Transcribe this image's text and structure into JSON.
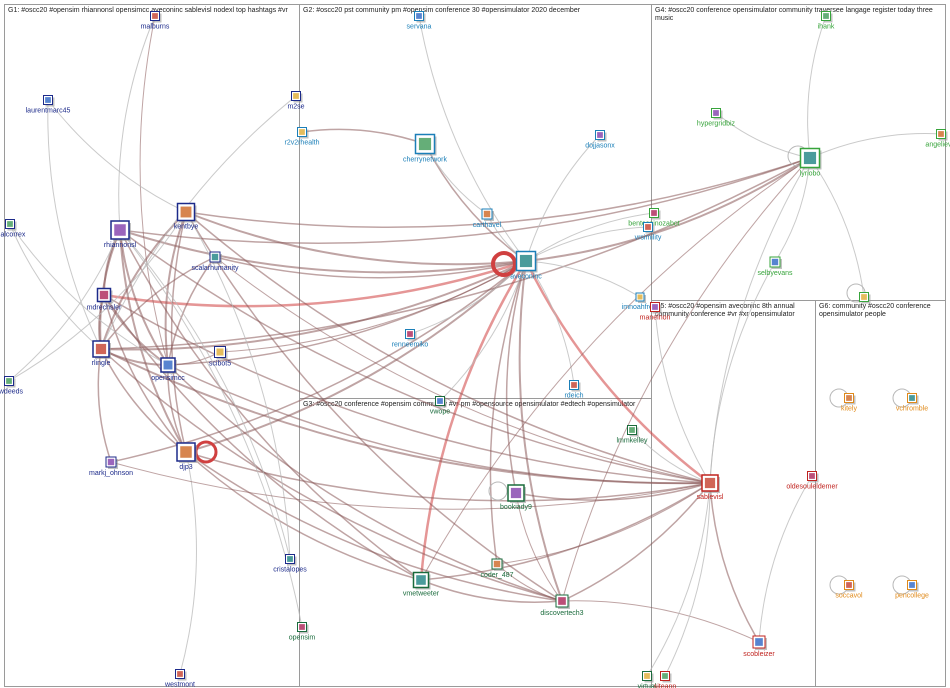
{
  "groups": [
    {
      "id": "G1",
      "title": "G1: #oscc20 #opensim rhiannonsl opensimcc aveconinc sablevisl nodexl top hashtags #vr"
    },
    {
      "id": "G2",
      "title": "G2: #oscc20 pst community pm #opensim conference 30 #opensimulator 2020 december"
    },
    {
      "id": "G4",
      "title": "G4: #oscc20 conference opensimulator community traversee langage register today three music"
    },
    {
      "id": "G3",
      "title": "G3: #oscc20 conference #opensim community #vr pm #opensource opensimulator #edtech #opensimulator"
    },
    {
      "id": "G5",
      "title": "G5: #oscc20 #opensim aveconinc 8th annual community conference #vr #xr opensimulator"
    },
    {
      "id": "G6",
      "title": "G6: community #oscc20 conference opensimulator people"
    }
  ],
  "colors": {
    "g1": "#1c2a8a",
    "g2": "#1b7fb8",
    "g3": "#1a6b3c",
    "g4": "#37a43b",
    "g5": "#c0231f",
    "g6": "#e08a1a",
    "edge_dark": "#8a5a5a",
    "edge_red": "#d04040",
    "edge_light": "#b8b8b8"
  },
  "nodes": [
    {
      "id": "malburns",
      "label": "malburns",
      "group": "g1",
      "icon": "avatar-icon"
    },
    {
      "id": "laurentmarc45",
      "label": "laurentmarc45",
      "group": "g1",
      "icon": "avatar-icon"
    },
    {
      "id": "m2se",
      "label": "m2se",
      "group": "g1",
      "icon": "avatar-icon"
    },
    {
      "id": "malcorrex",
      "label": "malcorrex",
      "group": "g1",
      "icon": "avatar-icon"
    },
    {
      "id": "rhiannonsl",
      "label": "rhiannonsl",
      "group": "g1",
      "icon": "avatar-icon"
    },
    {
      "id": "kentbye",
      "label": "kentbye",
      "group": "g1",
      "icon": "avatar-icon"
    },
    {
      "id": "scalarhumanity",
      "label": "scalarhumanity",
      "group": "g1",
      "icon": "avatar-icon"
    },
    {
      "id": "mdrechsler",
      "label": "mdrechsler",
      "group": "g1",
      "icon": "avatar-icon"
    },
    {
      "id": "rlingle",
      "label": "rlingle",
      "group": "g1",
      "icon": "avatar-icon"
    },
    {
      "id": "opensimcc",
      "label": "opensimcc",
      "group": "g1",
      "icon": "avatar-icon"
    },
    {
      "id": "scibot5",
      "label": "scibot5",
      "group": "g1",
      "icon": "avatar-icon"
    },
    {
      "id": "dwdeeds",
      "label": "dwdeeds",
      "group": "g1",
      "icon": "avatar-icon"
    },
    {
      "id": "markj_ohnson",
      "label": "markj_ohnson",
      "group": "g1",
      "icon": "avatar-icon"
    },
    {
      "id": "djp3",
      "label": "djp3",
      "group": "g1",
      "icon": "avatar-icon"
    },
    {
      "id": "cristalopes",
      "label": "cristalopes",
      "group": "g1",
      "icon": "avatar-icon"
    },
    {
      "id": "opensim",
      "label": "opensim",
      "group": "g3",
      "icon": "avatar-icon"
    },
    {
      "id": "westmont",
      "label": "westmont",
      "group": "g1",
      "icon": "avatar-icon"
    },
    {
      "id": "servana",
      "label": "servana",
      "group": "g2",
      "icon": "avatar-icon"
    },
    {
      "id": "r2v2rhealth",
      "label": "r2v2rhealth",
      "group": "g2",
      "icon": "avatar-icon"
    },
    {
      "id": "cherrynetwork",
      "label": "cherrynetwork",
      "group": "g2",
      "icon": "avatar-icon"
    },
    {
      "id": "dojjasonx",
      "label": "dojjasonx",
      "group": "g2",
      "icon": "avatar-icon"
    },
    {
      "id": "carthavel",
      "label": "carthavel",
      "group": "g2",
      "icon": "avatar-icon"
    },
    {
      "id": "aveconinc",
      "label": "aveconinc",
      "group": "g2",
      "icon": "avatar-icon"
    },
    {
      "id": "renneemiko",
      "label": "renneemiko",
      "group": "g2",
      "icon": "avatar-icon"
    },
    {
      "id": "rdeich",
      "label": "rdeich",
      "group": "g2",
      "icon": "avatar-icon"
    },
    {
      "id": "vwope",
      "label": "vwope",
      "group": "g3",
      "icon": "avatar-icon"
    },
    {
      "id": "imnoahfrost",
      "label": "imnoahfrost",
      "group": "g2",
      "icon": "avatar-icon"
    },
    {
      "id": "ihank",
      "label": "ihank",
      "group": "g4",
      "icon": "avatar-icon"
    },
    {
      "id": "hypergridbiz",
      "label": "hypergridbiz",
      "group": "g4",
      "icon": "avatar-icon"
    },
    {
      "id": "angelievw",
      "label": "angelievw",
      "group": "g4",
      "icon": "avatar-icon"
    },
    {
      "id": "lyriobo",
      "label": "lyriobo",
      "group": "g4",
      "icon": "avatar-icon"
    },
    {
      "id": "bentespinozabot",
      "label": "bentespinozabot",
      "group": "g4",
      "icon": "avatar-icon"
    },
    {
      "id": "vrsimility",
      "label": "vrsimility",
      "group": "g2",
      "icon": "avatar-icon"
    },
    {
      "id": "selbyevans",
      "label": "selbyevans",
      "group": "g4",
      "icon": "avatar-icon"
    },
    {
      "id": "g4self",
      "label": "",
      "group": "g4",
      "icon": "avatar-icon"
    },
    {
      "id": "lmmkelley",
      "label": "lmmkelley",
      "group": "g3",
      "icon": "avatar-icon"
    },
    {
      "id": "bookiady9",
      "label": "bookiady9",
      "group": "g3",
      "icon": "avatar-icon"
    },
    {
      "id": "coder_487",
      "label": "coder_487",
      "group": "g3",
      "icon": "avatar-icon"
    },
    {
      "id": "vmetweeter",
      "label": "vmetweeter",
      "group": "g3",
      "icon": "avatar-icon"
    },
    {
      "id": "discovertech3",
      "label": "discovertech3",
      "group": "g3",
      "icon": "avatar-icon"
    },
    {
      "id": "sablevisl",
      "label": "sablevisl",
      "group": "g5",
      "icon": "avatar-icon"
    },
    {
      "id": "scobleizer",
      "label": "scobleizer",
      "group": "g5",
      "icon": "avatar-icon"
    },
    {
      "id": "virtual",
      "label": "virtual",
      "group": "g3",
      "icon": "avatar-icon"
    },
    {
      "id": "siteann",
      "label": "siteann",
      "group": "g5",
      "icon": "avatar-icon"
    },
    {
      "id": "manelnon",
      "label": "manelnon",
      "group": "g5",
      "icon": "avatar-icon"
    },
    {
      "id": "kitely",
      "label": "kitely",
      "group": "g6",
      "icon": "avatar-icon"
    },
    {
      "id": "vchromble",
      "label": "vchromble",
      "group": "g6",
      "icon": "avatar-icon"
    },
    {
      "id": "oldesouleldemer",
      "label": "oldesouleldemer",
      "group": "g5",
      "icon": "avatar-icon"
    },
    {
      "id": "soccavol",
      "label": "soccavol",
      "group": "g6",
      "icon": "avatar-icon"
    },
    {
      "id": "pencollege",
      "label": "pencollege",
      "group": "g6",
      "icon": "avatar-icon"
    }
  ],
  "edges": [
    [
      "rhiannonsl",
      "aveconinc",
      "dark",
      2
    ],
    [
      "kentbye",
      "aveconinc",
      "dark",
      2
    ],
    [
      "scalarhumanity",
      "aveconinc",
      "dark",
      1.5
    ],
    [
      "mdrechsler",
      "aveconinc",
      "red",
      2.5
    ],
    [
      "rlingle",
      "aveconinc",
      "dark",
      2
    ],
    [
      "opensimcc",
      "aveconinc",
      "dark",
      1.5
    ],
    [
      "djp3",
      "aveconinc",
      "dark",
      2
    ],
    [
      "markj_ohnson",
      "aveconinc",
      "dark",
      1.5
    ],
    [
      "cherrynetwork",
      "aveconinc",
      "dark",
      1.5
    ],
    [
      "aveconinc",
      "lyriobo",
      "dark",
      2
    ],
    [
      "aveconinc",
      "sablevisl",
      "red",
      2.5
    ],
    [
      "aveconinc",
      "vmetweeter",
      "red",
      2.5
    ],
    [
      "aveconinc",
      "discovertech3",
      "dark",
      2
    ],
    [
      "aveconinc",
      "bookiady9",
      "dark",
      1.5
    ],
    [
      "aveconinc",
      "coder_487",
      "dark",
      1.5
    ],
    [
      "rlingle",
      "sablevisl",
      "dark",
      2
    ],
    [
      "rhiannonsl",
      "sablevisl",
      "dark",
      1.5
    ],
    [
      "kentbye",
      "sablevisl",
      "dark",
      1.5
    ],
    [
      "opensimcc",
      "sablevisl",
      "dark",
      1.5
    ],
    [
      "mdrechsler",
      "sablevisl",
      "dark",
      1.5
    ],
    [
      "djp3",
      "sablevisl",
      "dark",
      1.5
    ],
    [
      "rlingle",
      "lyriobo",
      "dark",
      1.5
    ],
    [
      "kentbye",
      "lyriobo",
      "dark",
      1.5
    ],
    [
      "rhiannonsl",
      "lyriobo",
      "dark",
      1.5
    ],
    [
      "opensimcc",
      "discovertech3",
      "dark",
      1.5
    ],
    [
      "rlingle",
      "discovertech3",
      "dark",
      1.5
    ],
    [
      "kentbye",
      "discovertech3",
      "dark",
      1.5
    ],
    [
      "rhiannonsl",
      "vmetweeter",
      "dark",
      1.5
    ],
    [
      "djp3",
      "vmetweeter",
      "dark",
      1.5
    ],
    [
      "mdrechsler",
      "vmetweeter",
      "dark",
      1.5
    ],
    [
      "rhiannonsl",
      "opensimcc",
      "dark",
      2
    ],
    [
      "rhiannonsl",
      "rlingle",
      "dark",
      2
    ],
    [
      "rhiannonsl",
      "mdrechsler",
      "dark",
      2
    ],
    [
      "rhiannonsl",
      "djp3",
      "dark",
      2
    ],
    [
      "kentbye",
      "opensimcc",
      "dark",
      2
    ],
    [
      "kentbye",
      "rlingle",
      "dark",
      2
    ],
    [
      "kentbye",
      "djp3",
      "dark",
      1.5
    ],
    [
      "mdrechsler",
      "rlingle",
      "dark",
      2
    ],
    [
      "mdrechsler",
      "opensimcc",
      "dark",
      2
    ],
    [
      "mdrechsler",
      "djp3",
      "dark",
      1.5
    ],
    [
      "rlingle",
      "opensimcc",
      "dark",
      2
    ],
    [
      "rlingle",
      "djp3",
      "dark",
      1.5
    ],
    [
      "rlingle",
      "markj_ohnson",
      "dark",
      1.5
    ],
    [
      "opensimcc",
      "djp3",
      "dark",
      1.5
    ],
    [
      "opensimcc",
      "scibot5",
      "dark",
      1
    ],
    [
      "scalarhumanity",
      "opensimcc",
      "dark",
      1.5
    ],
    [
      "scalarhumanity",
      "rlingle",
      "dark",
      1.5
    ],
    [
      "malburns",
      "opensimcc",
      "dark",
      1
    ],
    [
      "malburns",
      "rhiannonsl",
      "light",
      1
    ],
    [
      "laurentmarc45",
      "rlingle",
      "light",
      1
    ],
    [
      "laurentmarc45",
      "kentbye",
      "light",
      1
    ],
    [
      "m2se",
      "rlingle",
      "light",
      1
    ],
    [
      "malcorrex",
      "rlingle",
      "light",
      1
    ],
    [
      "malcorrex",
      "opensimcc",
      "light",
      1
    ],
    [
      "dwdeeds",
      "rhiannonsl",
      "light",
      1
    ],
    [
      "dwdeeds",
      "kentbye",
      "light",
      1
    ],
    [
      "cristalopes",
      "kentbye",
      "light",
      1
    ],
    [
      "cristalopes",
      "rhiannonsl",
      "light",
      1
    ],
    [
      "opensim",
      "rhiannonsl",
      "light",
      1
    ],
    [
      "westmont",
      "djp3",
      "light",
      1
    ],
    [
      "cherrynetwork",
      "r2v2rhealth",
      "dark",
      1.5
    ],
    [
      "cherrynetwork",
      "carthavel",
      "light",
      1
    ],
    [
      "servana",
      "aveconinc",
      "light",
      1
    ],
    [
      "dojjasonx",
      "aveconinc",
      "light",
      1
    ],
    [
      "carthavel",
      "aveconinc",
      "light",
      1
    ],
    [
      "renneemiko",
      "aveconinc",
      "light",
      1
    ],
    [
      "rdeich",
      "aveconinc",
      "light",
      1
    ],
    [
      "vwope",
      "aveconinc",
      "light",
      1
    ],
    [
      "imnoahfrost",
      "aveconinc",
      "light",
      1
    ],
    [
      "vrsimility",
      "aveconinc",
      "light",
      1
    ],
    [
      "bentespinozabot",
      "aveconinc",
      "light",
      1
    ],
    [
      "hypergridbiz",
      "lyriobo",
      "light",
      1
    ],
    [
      "ihank",
      "lyriobo",
      "light",
      1
    ],
    [
      "angelievw",
      "lyriobo",
      "light",
      1
    ],
    [
      "selbyevans",
      "lyriobo",
      "light",
      1
    ],
    [
      "g4self",
      "lyriobo",
      "light",
      1
    ],
    [
      "lyriobo",
      "sablevisl",
      "light",
      1
    ],
    [
      "lyriobo",
      "discovertech3",
      "dark",
      1
    ],
    [
      "lyriobo",
      "vmetweeter",
      "dark",
      1
    ],
    [
      "lmmkelley",
      "sablevisl",
      "light",
      1
    ],
    [
      "bookiady9",
      "sablevisl",
      "dark",
      1.5
    ],
    [
      "vmetweeter",
      "sablevisl",
      "dark",
      1.5
    ],
    [
      "discovertech3",
      "sablevisl",
      "dark",
      1.5
    ],
    [
      "coder_487",
      "sablevisl",
      "dark",
      1
    ],
    [
      "vmetweeter",
      "discovertech3",
      "dark",
      1.5
    ],
    [
      "coder_487",
      "discovertech3",
      "dark",
      1
    ],
    [
      "bookiady9",
      "discovertech3",
      "dark",
      1
    ],
    [
      "sablevisl",
      "scobleizer",
      "dark",
      1.5
    ],
    [
      "scobleizer",
      "discovertech3",
      "dark",
      1
    ],
    [
      "virtual",
      "sablevisl",
      "light",
      1
    ],
    [
      "siteann",
      "sablevisl",
      "light",
      1
    ],
    [
      "manelnon",
      "sablevisl",
      "light",
      1
    ],
    [
      "oldesouleldemer",
      "scobleizer",
      "light",
      1
    ],
    [
      "selbyevans",
      "sablevisl",
      "light",
      1
    ],
    [
      "djp3",
      "discovertech3",
      "dark",
      1.5
    ],
    [
      "markj_ohnson",
      "sablevisl",
      "dark",
      1
    ],
    [
      "scalarhumanity",
      "sablevisl",
      "dark",
      1
    ],
    [
      "scibot5",
      "aveconinc",
      "dark",
      1
    ]
  ]
}
